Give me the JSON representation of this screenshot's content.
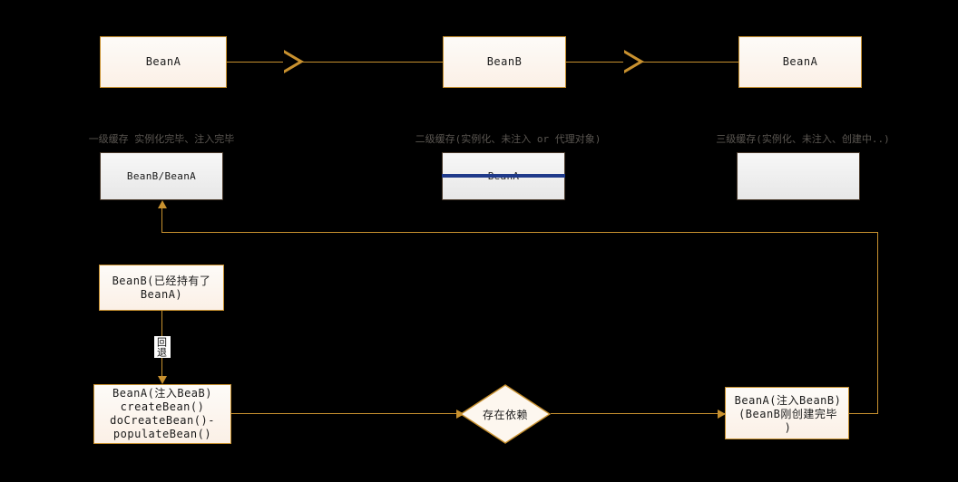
{
  "diagram": {
    "title": "Spring 三级缓存循环依赖流程图",
    "background": "#000000",
    "accent": "#c8912f",
    "strike_color": "#1f3a8a",
    "label_color": "#5a5651"
  },
  "top_row": {
    "bean_a_left": "BeanA",
    "bean_b_middle": "BeanB",
    "bean_a_right": "BeanA"
  },
  "caches": [
    {
      "label": "一级缓存  实例化完毕、注入完毕",
      "content": "BeanB/BeanA",
      "struck": false
    },
    {
      "label": "二级缓存(实例化、未注入  or  代理对象)",
      "content": "BeanA",
      "struck": true
    },
    {
      "label": "三级缓存(实例化、未注入、创建中..)",
      "content": "",
      "struck": false
    }
  ],
  "flow": {
    "bean_b_holds": "BeanB(已经持有了BeanA)",
    "rollback_label": "回退",
    "create_bean": "BeanA(注入BeaB)\ncreateBean()\ndoCreateBean()-\npopulateBean()",
    "decision": "存在依赖",
    "bean_a_injected": "BeanA(注入BeanB)\n(BeanB刚创建完毕\n)"
  }
}
